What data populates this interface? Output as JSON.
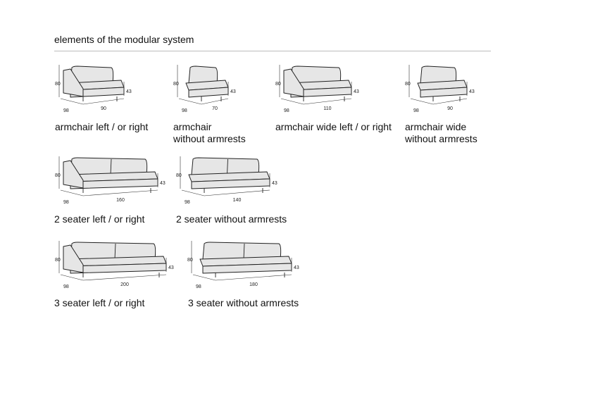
{
  "page": {
    "title": "elements of the modular system"
  },
  "elements": [
    {
      "caption_lines": [
        "armchair left / or right"
      ],
      "height": "80",
      "depth": "98",
      "width": "90",
      "seat": "43",
      "arm": "left"
    },
    {
      "caption_lines": [
        "armchair",
        "without armrests"
      ],
      "height": "80",
      "depth": "98",
      "width": "70",
      "seat": "43",
      "arm": "none"
    },
    {
      "caption_lines": [
        "armchair wide left / or right"
      ],
      "height": "80",
      "depth": "98",
      "width": "110",
      "seat": "43",
      "arm": "left"
    },
    {
      "caption_lines": [
        "armchair wide",
        "without armrests"
      ],
      "height": "80",
      "depth": "98",
      "width": "90",
      "seat": "43",
      "arm": "none"
    },
    {
      "caption_lines": [
        "2 seater left / or right"
      ],
      "height": "80",
      "depth": "98",
      "width": "160",
      "seat": "43",
      "arm": "left"
    },
    {
      "caption_lines": [
        "2 seater without armrests"
      ],
      "height": "80",
      "depth": "98",
      "width": "140",
      "seat": "43",
      "arm": "none"
    },
    {
      "caption_lines": [
        "3 seater left / or right"
      ],
      "height": "80",
      "depth": "98",
      "width": "200",
      "seat": "43",
      "arm": "left"
    },
    {
      "caption_lines": [
        "3 seater without armrests"
      ],
      "height": "80",
      "depth": "98",
      "width": "180",
      "seat": "43",
      "arm": "none"
    }
  ]
}
